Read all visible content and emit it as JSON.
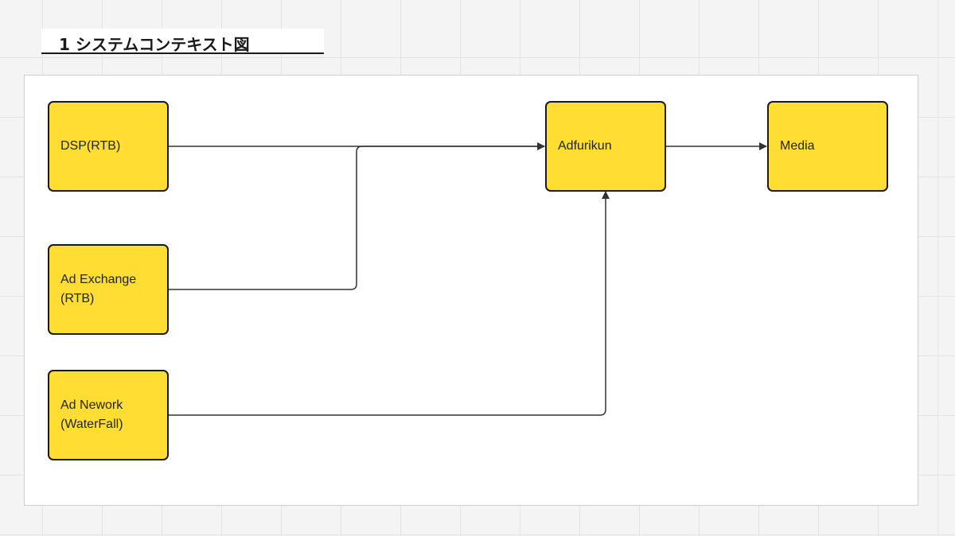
{
  "page": {
    "title": "1 システムコンテキスト図"
  },
  "diagram": {
    "node_color": "#ffdd33",
    "edge_color": "#333333",
    "nodes": [
      {
        "id": "dsp",
        "label": "DSP(RTB)"
      },
      {
        "id": "ad-exchange",
        "label": "Ad Exchange\n(RTB)"
      },
      {
        "id": "ad-network",
        "label": "Ad Nework\n(WaterFall)"
      },
      {
        "id": "adfurikun",
        "label": "Adfurikun"
      },
      {
        "id": "media",
        "label": "Media"
      }
    ],
    "edges": [
      {
        "from": "dsp",
        "to": "adfurikun"
      },
      {
        "from": "ad-exchange",
        "to": "adfurikun"
      },
      {
        "from": "ad-network",
        "to": "adfurikun"
      },
      {
        "from": "adfurikun",
        "to": "media"
      }
    ]
  }
}
